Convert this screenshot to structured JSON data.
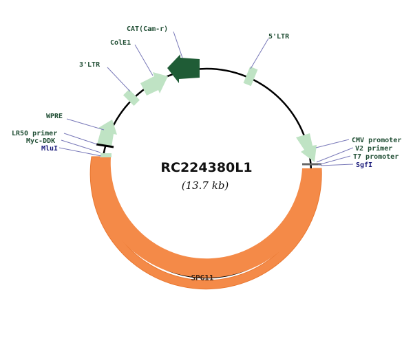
{
  "plasmid": {
    "name": "RC224380L1",
    "size": "(13.7 kb)"
  },
  "colors": {
    "backbone": "#000000",
    "light_feature": "#bfe3c4",
    "dark_feature": "#1f5c36",
    "insert": "#f48a48",
    "site_marker": "#666666",
    "leader_line": "#7878b8",
    "feature_text": "#1f4d33",
    "site_text": "#1a1a7a"
  },
  "features": [
    {
      "key": "cat",
      "label": "CAT(Cam-r)",
      "kind": "dark-arrow"
    },
    {
      "key": "cole1",
      "label": "ColE1",
      "kind": "light-arrow"
    },
    {
      "key": "ltr3",
      "label": "3'LTR",
      "kind": "light-box"
    },
    {
      "key": "ltr5",
      "label": "5'LTR",
      "kind": "light-box"
    },
    {
      "key": "wpre",
      "label": "WPRE",
      "kind": "light-arrow"
    },
    {
      "key": "lr50",
      "label": "LR50 primer",
      "kind": "marker"
    },
    {
      "key": "mycddk",
      "label": "Myc-DDK",
      "kind": "marker"
    },
    {
      "key": "mlui",
      "label": "MluI",
      "kind": "site"
    },
    {
      "key": "cmv",
      "label": "CMV promoter",
      "kind": "light-arrow"
    },
    {
      "key": "v2",
      "label": "V2 primer",
      "kind": "marker"
    },
    {
      "key": "t7",
      "label": "T7 promoter",
      "kind": "marker"
    },
    {
      "key": "sgfi",
      "label": "SgfI",
      "kind": "site"
    }
  ],
  "insert": {
    "label": "SPG11"
  }
}
